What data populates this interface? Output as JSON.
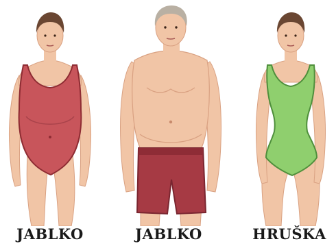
{
  "labels": [
    "JABLKO",
    "JABLKO",
    "HRUŠKA"
  ],
  "colors": {
    "skin": "#f1c5a6",
    "skin_shadow": "#d9a182",
    "hair_woman": "#6a4632",
    "hair_man": "#b9b0a3",
    "swimsuit_red": "#c8555b",
    "swimsuit_red_dark": "#8e2c33",
    "shorts_red": "#a63a44",
    "swimsuit_green": "#8fcf6e",
    "swimsuit_green_dark": "#4f8f3c"
  }
}
